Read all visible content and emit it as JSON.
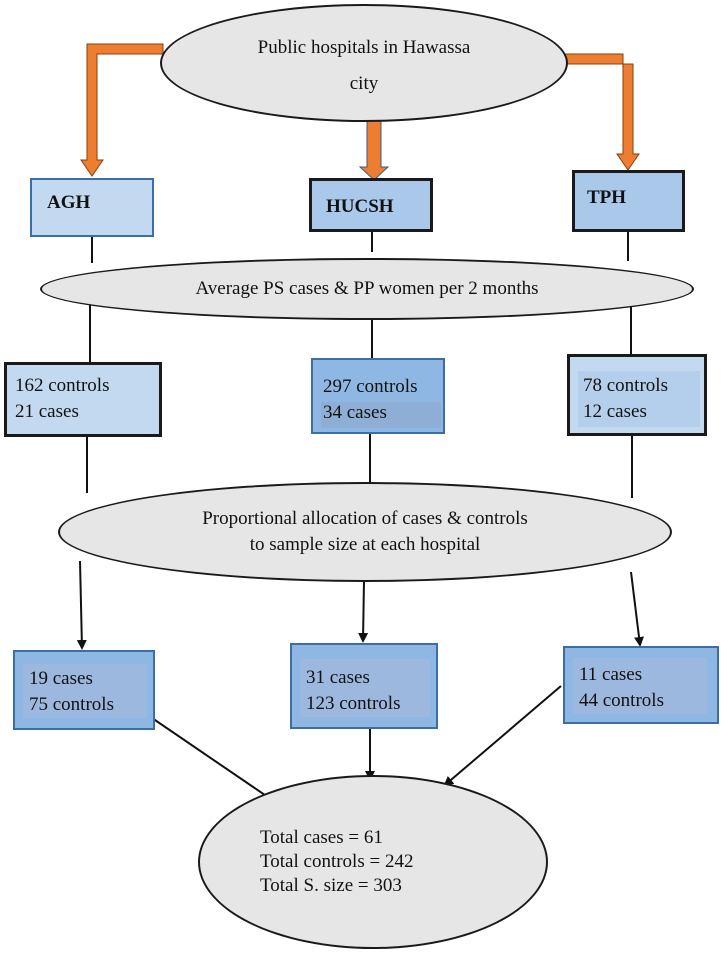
{
  "top": {
    "line1": "Public hospitals in Hawassa",
    "line2": "city"
  },
  "hospitals": [
    {
      "name": "AGH"
    },
    {
      "name": "HUCSH"
    },
    {
      "name": "TPH"
    }
  ],
  "average_label": "Average PS cases & PP women per 2 months",
  "population": [
    {
      "line1": "162 controls",
      "line2": "21 cases"
    },
    {
      "line1": "297 controls",
      "line2": "34 cases"
    },
    {
      "line1": "78 controls",
      "line2": "12 cases"
    }
  ],
  "allocation": {
    "line1": "Proportional allocation of cases & controls",
    "line2": "to sample size at each hospital"
  },
  "samples": [
    {
      "line1": "19 cases",
      "line2": "75 controls"
    },
    {
      "line1": "31 cases",
      "line2": "123 controls"
    },
    {
      "line1": "11 cases",
      "line2": "44 controls"
    }
  ],
  "total": {
    "line1": "Total cases = 61",
    "line2": "Total controls = 242",
    "line3": "Total S. size = 303"
  },
  "colors": {
    "orange_arrow": "#ed7d31",
    "ellipse_fill": "#e6e6e6",
    "box_light": "#c3d9ef",
    "box_dark": "#8eb7e3"
  }
}
